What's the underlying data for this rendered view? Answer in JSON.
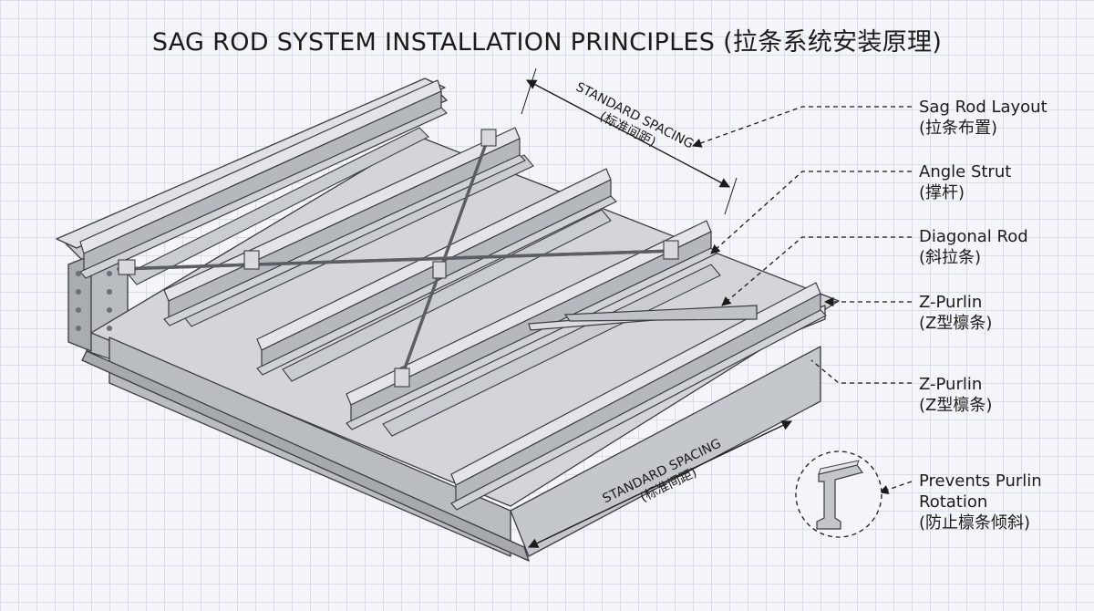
{
  "title": "SAG ROD SYSTEM INSTALLATION PRINCIPLES (拉条系统安装原理)",
  "labels": {
    "sag_rod_layout": {
      "en": "Sag Rod Layout",
      "zh": "(拉条布置)"
    },
    "angle_strut": {
      "en": "Angle Strut",
      "zh": "(撑杆)"
    },
    "diagonal_rod": {
      "en": "Diagonal Rod",
      "zh": "(斜拉条)"
    },
    "z_purlin_1": {
      "en": "Z-Purlin",
      "zh": "(Z型檩条)"
    },
    "z_purlin_2": {
      "en": "Z-Purlin",
      "zh": "(Z型檩条)"
    },
    "prevents_rotation": {
      "en1": "Prevents Purlin",
      "en2": "Rotation",
      "zh": "(防止檩条倾斜)"
    }
  },
  "dimensions": {
    "top": {
      "en": "STANDARD SPACING",
      "zh": "(标准间距)"
    },
    "bottom": {
      "en": "STANDARD SPACING",
      "zh": "(标准间距)"
    }
  },
  "colors": {
    "steel_light": "#d3d5d8",
    "steel_mid": "#b9bcc1",
    "steel_dark": "#8e9297",
    "outline": "#3a3d41"
  }
}
